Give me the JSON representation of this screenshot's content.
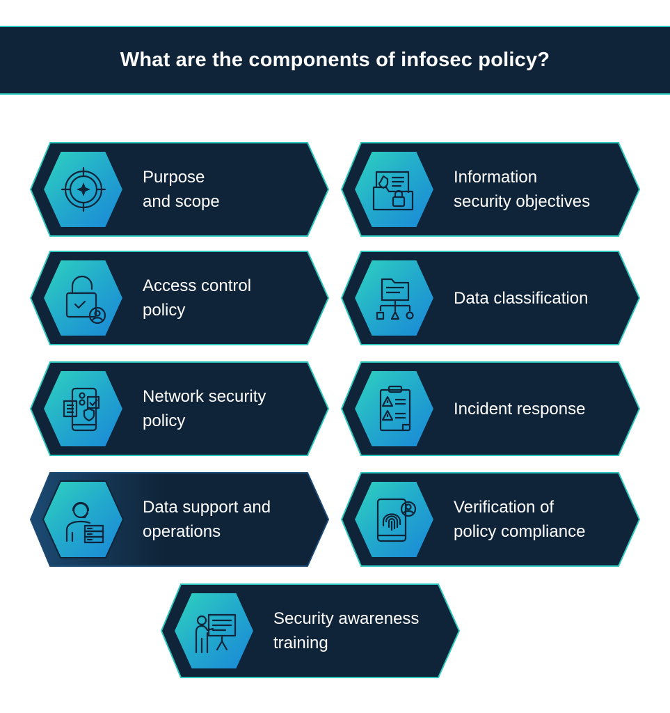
{
  "title": "What are the components of infosec policy?",
  "components": [
    {
      "label": "Purpose\nand scope",
      "icon": "target-icon"
    },
    {
      "label": "Information\nsecurity objectives",
      "icon": "secure-folder-icon"
    },
    {
      "label": "Access control\npolicy",
      "icon": "padlock-user-icon"
    },
    {
      "label": "Data classification",
      "icon": "folder-hierarchy-icon"
    },
    {
      "label": "Network security\npolicy",
      "icon": "phone-shield-icon"
    },
    {
      "label": "Incident response",
      "icon": "clipboard-warning-icon"
    },
    {
      "label": "Data support and\noperations",
      "icon": "support-agent-server-icon"
    },
    {
      "label": "Verification of\npolicy compliance",
      "icon": "fingerprint-tablet-icon"
    },
    {
      "label": "Security awareness\ntraining",
      "icon": "presentation-trainer-icon"
    }
  ],
  "colors": {
    "dark": "#0f2438",
    "accent": "#2cc6be",
    "accent_blue": "#1a8fd6"
  }
}
